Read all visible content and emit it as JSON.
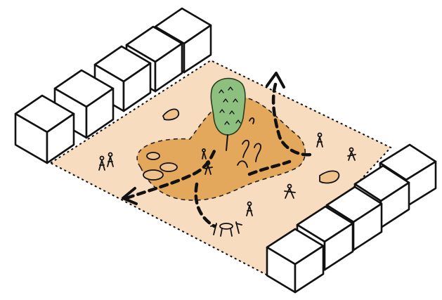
{
  "colors": {
    "plaza": "#f8dcc0",
    "mound": "#e3a85c",
    "tree": "#8dc07e",
    "seat": "#efc28c",
    "ink": "#111111"
  },
  "icons": [
    "building-block",
    "tree",
    "person",
    "arrow",
    "bench",
    "sculpture"
  ]
}
